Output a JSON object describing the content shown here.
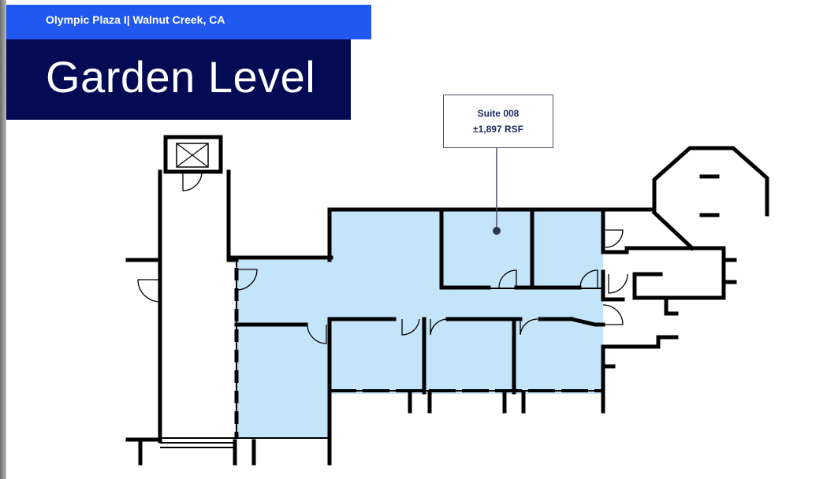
{
  "header": {
    "property_label": "Olympic Plaza I| Walnut Creek, CA",
    "floor_title": "Garden Level"
  },
  "callout": {
    "suite_name": "Suite 008",
    "suite_area": "±1,897 RSF"
  },
  "colors": {
    "banner_blue": "#2158f0",
    "title_navy": "#040b54",
    "suite_highlight": "#c4e4fa",
    "callout_text": "#1d2b5e"
  }
}
